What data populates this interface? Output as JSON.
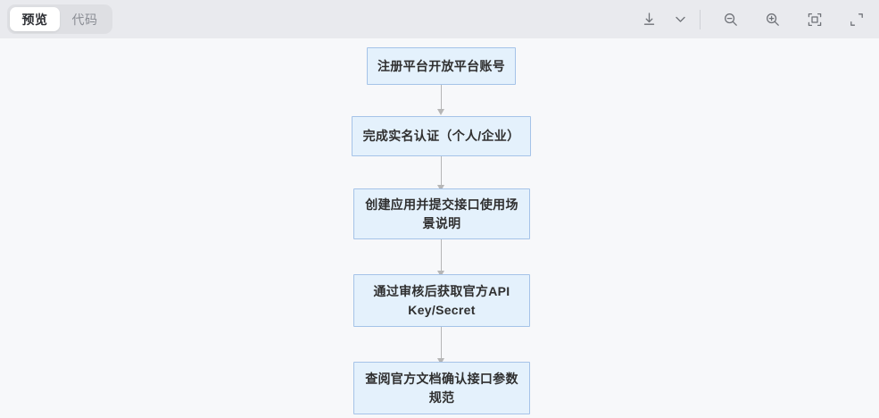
{
  "header": {
    "tabs": [
      {
        "label": "预览",
        "active": true,
        "name": "tab-preview"
      },
      {
        "label": "代码",
        "active": false,
        "name": "tab-code"
      }
    ],
    "toolbar": {
      "download_icon": "download-icon",
      "dropdown_icon": "chevron-down-icon",
      "zoom_out_icon": "zoom-out-icon",
      "zoom_in_icon": "zoom-in-icon",
      "fit_screen_icon": "fit-to-screen-icon",
      "fullscreen_icon": "fullscreen-expand-icon"
    },
    "colors": {
      "bar_background": "#e9eaee",
      "tab_group_background": "#dedfe3",
      "active_tab_background": "#ffffff",
      "icon": "#6f7278"
    }
  },
  "canvas": {
    "background": "#f7f8fa",
    "diagram": {
      "type": "flowchart",
      "direction": "top-to-bottom",
      "node_fill": "#e4f1fc",
      "node_border": "#a5c3e8",
      "edge_color": "#b6b6b6",
      "nodes": [
        {
          "id": "n1",
          "label": "注册平台开放平台账号"
        },
        {
          "id": "n2",
          "label": "完成实名认证（个人/企业）"
        },
        {
          "id": "n3",
          "label": "创建应用并提交接口使用场景说明"
        },
        {
          "id": "n4",
          "label": "通过审核后获取官方API Key/Secret"
        },
        {
          "id": "n5",
          "label": "查阅官方文档确认接口参数规范"
        }
      ],
      "edges": [
        {
          "from": "n1",
          "to": "n2"
        },
        {
          "from": "n2",
          "to": "n3"
        },
        {
          "from": "n3",
          "to": "n4"
        },
        {
          "from": "n4",
          "to": "n5"
        }
      ]
    }
  }
}
